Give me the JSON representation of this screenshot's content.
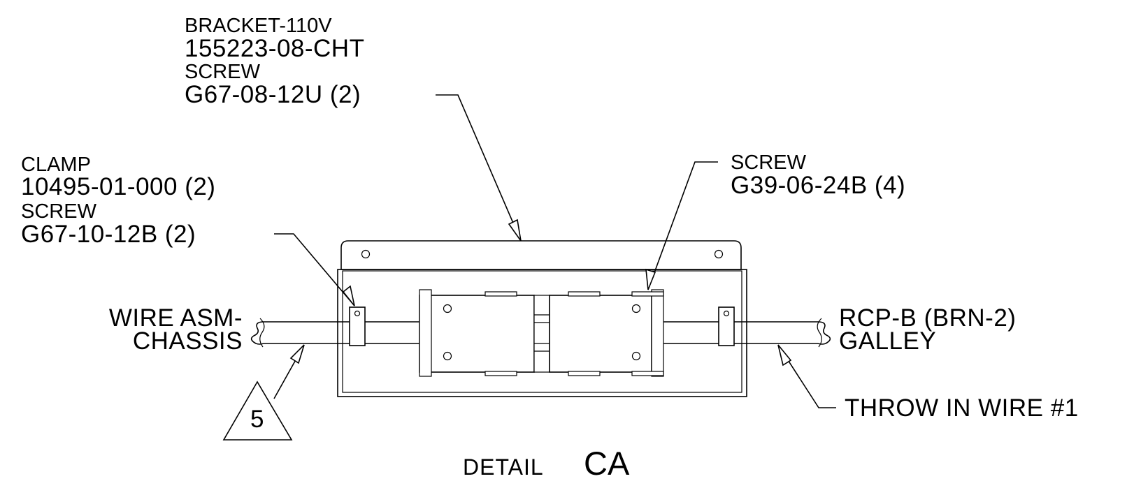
{
  "callouts": {
    "bracket": {
      "line1": "BRACKET-110V",
      "line2": "155223-08-CHT",
      "line3": "SCREW",
      "line4": "G67-08-12U (2)"
    },
    "clamp": {
      "line1": "CLAMP",
      "line2": "10495-01-000 (2)",
      "line3": "SCREW",
      "line4": "G67-10-12B (2)"
    },
    "screw_right": {
      "line1": "SCREW",
      "line2": "G39-06-24B (4)"
    },
    "wire_left": {
      "line1": "WIRE ASM-",
      "line2": "CHASSIS"
    },
    "wire_right": {
      "line1": "RCP-B (BRN-2)",
      "line2": "GALLEY"
    },
    "throw_in": {
      "line1": "THROW IN WIRE #1"
    },
    "note_flag": {
      "number": "5"
    }
  },
  "title": {
    "prefix": "DETAIL",
    "code": "CA"
  }
}
